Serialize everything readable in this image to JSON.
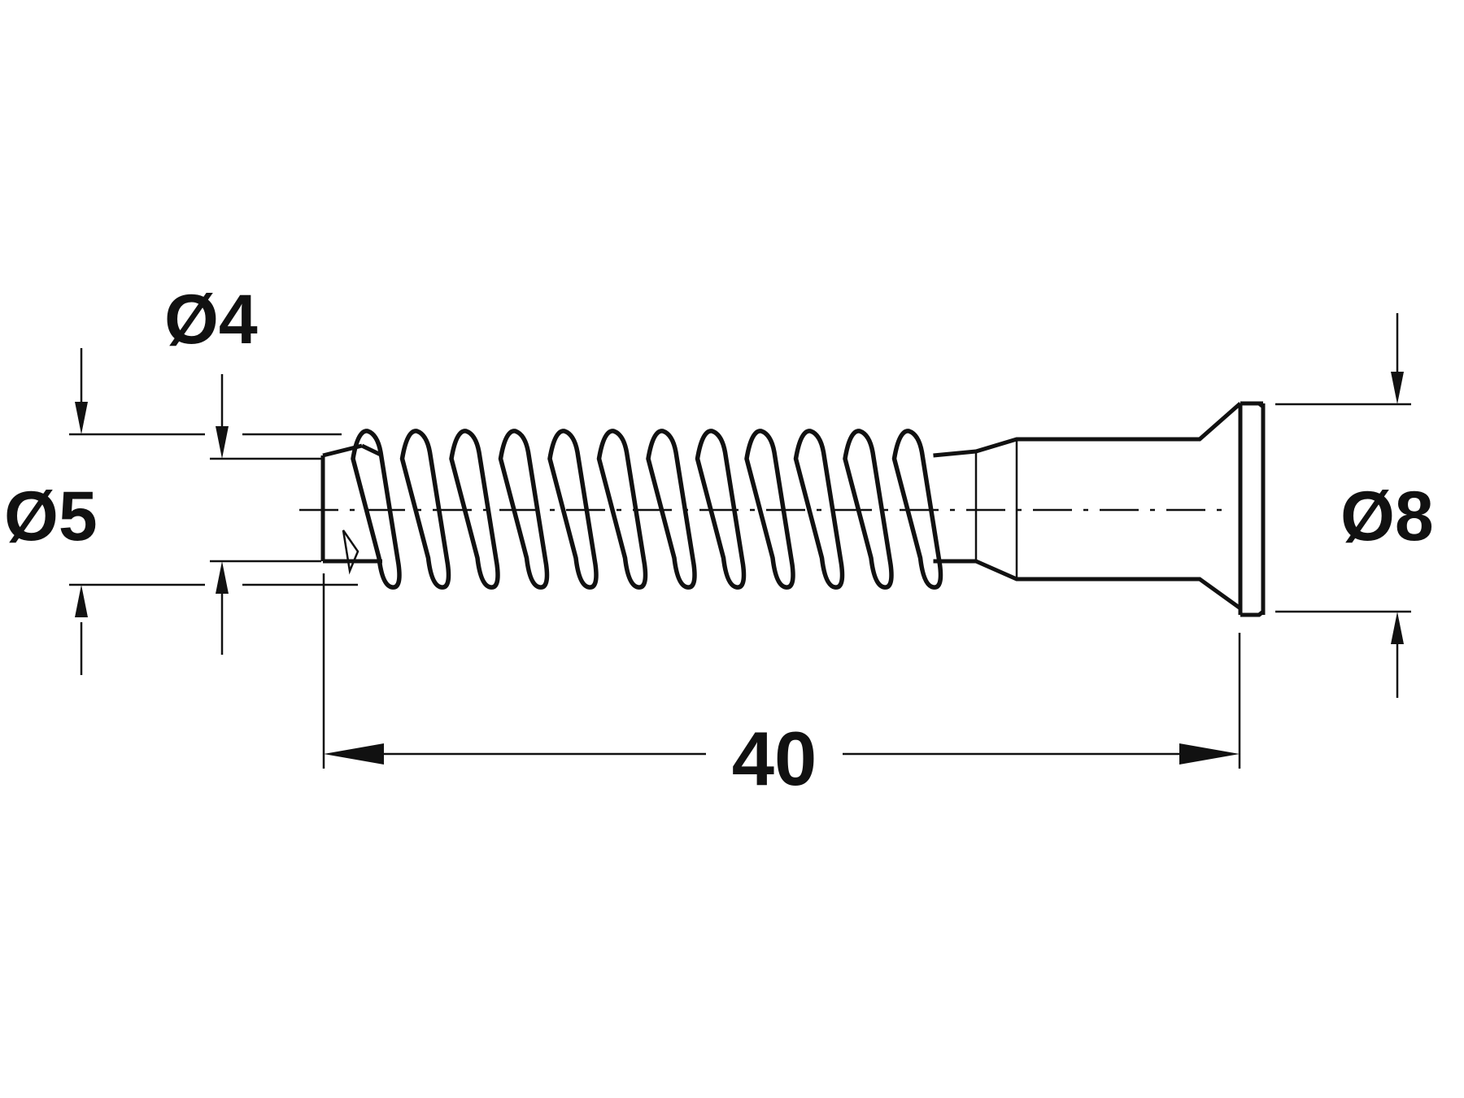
{
  "dimensions": {
    "thread_outer_diameter": "Ø5",
    "thread_core_diameter": "Ø4",
    "head_diameter": "Ø8",
    "overall_length": "40"
  }
}
